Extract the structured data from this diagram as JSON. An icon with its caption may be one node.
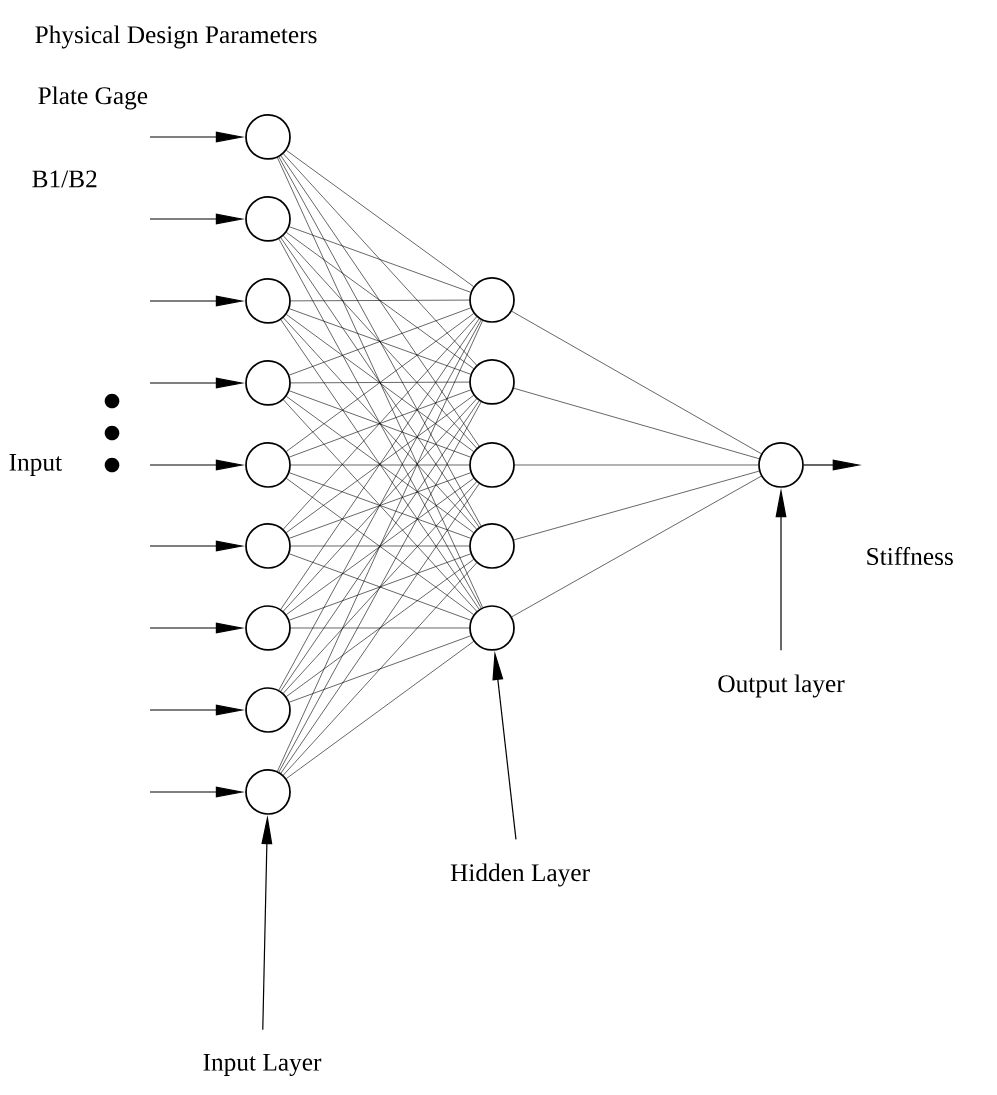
{
  "diagram": {
    "title": "Physical Design Parameters",
    "nodes": [
      {
        "text": [],
        "shape": "circle"
      },
      {
        "text": [],
        "shape": "circle"
      },
      {
        "text": [],
        "shape": "circle"
      },
      {
        "text": [],
        "shape": "circle"
      },
      {
        "text": [],
        "shape": "circle"
      },
      {
        "text": [],
        "shape": "circle"
      },
      {
        "text": [],
        "shape": "circle"
      },
      {
        "text": [],
        "shape": "circle"
      },
      {
        "text": [],
        "shape": "circle"
      },
      {
        "text": [],
        "shape": "circle"
      },
      {
        "text": [],
        "shape": "circle"
      },
      {
        "text": [],
        "shape": "circle"
      },
      {
        "text": [],
        "shape": "circle"
      },
      {
        "text": [],
        "shape": "circle"
      },
      {
        "text": [],
        "shape": "circle"
      },
      {
        "text": [
          "Input Layer"
        ]
      },
      {
        "text": [
          "Hidden Layer"
        ]
      },
      {
        "text": [
          "Output layer"
        ]
      }
    ],
    "edges": [
      {
        "from": null,
        "to": 0,
        "arrow": "to"
      },
      {
        "from": null,
        "to": 1,
        "arrow": "to"
      },
      {
        "from": null,
        "to": 2,
        "arrow": "to"
      },
      {
        "from": null,
        "to": 3,
        "arrow": "to"
      },
      {
        "from": null,
        "to": 4,
        "arrow": "to"
      },
      {
        "from": null,
        "to": 5,
        "arrow": "to"
      },
      {
        "from": null,
        "to": 6,
        "arrow": "to"
      },
      {
        "from": null,
        "to": 7,
        "arrow": "to"
      },
      {
        "from": null,
        "to": 8,
        "arrow": "to"
      },
      {
        "from": 0,
        "to": 9,
        "arrow": "none"
      },
      {
        "from": 0,
        "to": 10,
        "arrow": "none"
      },
      {
        "from": 0,
        "to": 11,
        "arrow": "none"
      },
      {
        "from": 0,
        "to": 12,
        "arrow": "none"
      },
      {
        "from": 0,
        "to": 13,
        "arrow": "none"
      },
      {
        "from": 1,
        "to": 9,
        "arrow": "none"
      },
      {
        "from": 1,
        "to": 10,
        "arrow": "none"
      },
      {
        "from": 1,
        "to": 11,
        "arrow": "none"
      },
      {
        "from": 1,
        "to": 12,
        "arrow": "none"
      },
      {
        "from": 1,
        "to": 13,
        "arrow": "none"
      },
      {
        "from": 2,
        "to": 9,
        "arrow": "none"
      },
      {
        "from": 2,
        "to": 10,
        "arrow": "none"
      },
      {
        "from": 2,
        "to": 11,
        "arrow": "none"
      },
      {
        "from": 2,
        "to": 12,
        "arrow": "none"
      },
      {
        "from": 2,
        "to": 13,
        "arrow": "none"
      },
      {
        "from": 3,
        "to": 9,
        "arrow": "none"
      },
      {
        "from": 3,
        "to": 10,
        "arrow": "none"
      },
      {
        "from": 3,
        "to": 11,
        "arrow": "none"
      },
      {
        "from": 3,
        "to": 12,
        "arrow": "none"
      },
      {
        "from": 3,
        "to": 13,
        "arrow": "none"
      },
      {
        "from": 4,
        "to": 9,
        "arrow": "none"
      },
      {
        "from": 4,
        "to": 10,
        "arrow": "none"
      },
      {
        "from": 4,
        "to": 11,
        "arrow": "none"
      },
      {
        "from": 4,
        "to": 12,
        "arrow": "none"
      },
      {
        "from": 4,
        "to": 13,
        "arrow": "none"
      },
      {
        "from": 5,
        "to": 9,
        "arrow": "none"
      },
      {
        "from": 5,
        "to": 10,
        "arrow": "none"
      },
      {
        "from": 5,
        "to": 11,
        "arrow": "none"
      },
      {
        "from": 5,
        "to": 12,
        "arrow": "none"
      },
      {
        "from": 5,
        "to": 13,
        "arrow": "none"
      },
      {
        "from": 6,
        "to": 9,
        "arrow": "none"
      },
      {
        "from": 6,
        "to": 10,
        "arrow": "none"
      },
      {
        "from": 6,
        "to": 11,
        "arrow": "none"
      },
      {
        "from": 6,
        "to": 12,
        "arrow": "none"
      },
      {
        "from": 6,
        "to": 13,
        "arrow": "none"
      },
      {
        "from": 7,
        "to": 9,
        "arrow": "none"
      },
      {
        "from": 7,
        "to": 10,
        "arrow": "none"
      },
      {
        "from": 7,
        "to": 11,
        "arrow": "none"
      },
      {
        "from": 7,
        "to": 12,
        "arrow": "none"
      },
      {
        "from": 7,
        "to": 13,
        "arrow": "none"
      },
      {
        "from": 8,
        "to": 9,
        "arrow": "none"
      },
      {
        "from": 8,
        "to": 10,
        "arrow": "none"
      },
      {
        "from": 8,
        "to": 11,
        "arrow": "none"
      },
      {
        "from": 8,
        "to": 12,
        "arrow": "none"
      },
      {
        "from": 8,
        "to": 13,
        "arrow": "none"
      },
      {
        "from": 9,
        "to": 14,
        "arrow": "none"
      },
      {
        "from": 10,
        "to": 14,
        "arrow": "none"
      },
      {
        "from": 11,
        "to": 14,
        "arrow": "none"
      },
      {
        "from": 12,
        "to": 14,
        "arrow": "none"
      },
      {
        "from": 13,
        "to": 14,
        "arrow": "none"
      },
      {
        "from": 14,
        "to": null,
        "arrow": "to"
      },
      {
        "from": 15,
        "to": 8,
        "arrow": "to"
      },
      {
        "from": 16,
        "to": 13,
        "arrow": "to"
      },
      {
        "from": 17,
        "to": 14,
        "arrow": "to"
      }
    ],
    "labels": [
      "Plate Gage",
      "B1/B2",
      "Input",
      "Stiffness"
    ]
  }
}
